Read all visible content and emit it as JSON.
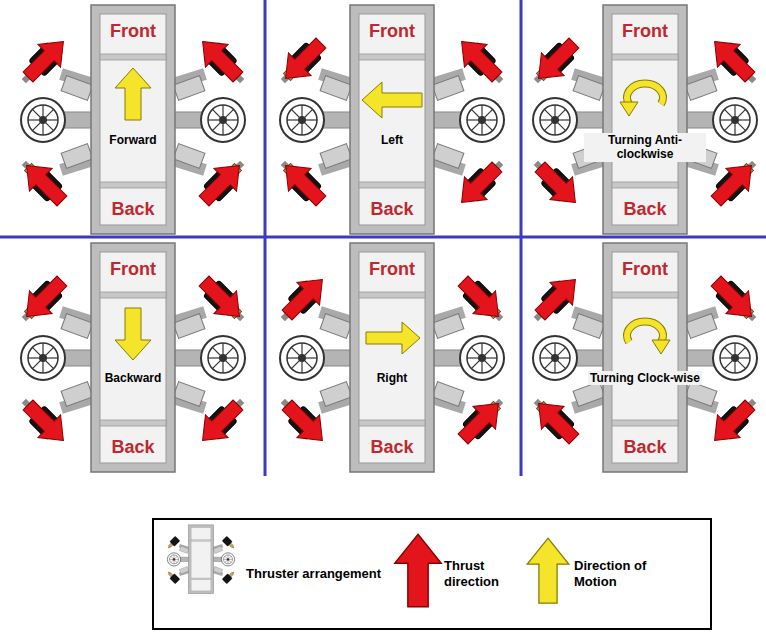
{
  "diagram": {
    "nodes": [
      {
        "text": [
          "Front",
          "Forward",
          "Back"
        ]
      },
      {
        "text": [
          "Front",
          "Left",
          "Back"
        ]
      },
      {
        "text": [
          "Front",
          "Turning Anti-clockwise",
          "Back"
        ]
      },
      {
        "text": [
          "Front",
          "Backward",
          "Back"
        ]
      },
      {
        "text": [
          "Front",
          "Right",
          "Back"
        ]
      },
      {
        "text": [
          "Front",
          "Turning Clock-wise",
          "Back"
        ]
      }
    ],
    "legend": [
      {
        "text": "Thruster arrangement"
      },
      {
        "text": "Thrust direction"
      },
      {
        "text": "Direction of Motion"
      }
    ]
  }
}
